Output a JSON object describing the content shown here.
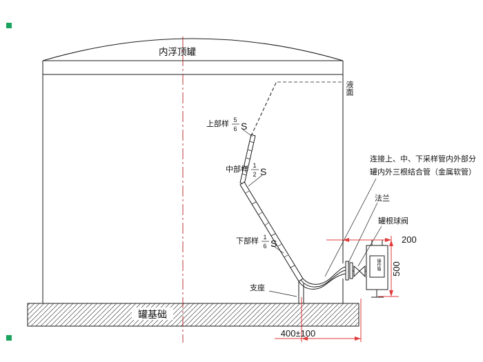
{
  "colors": {
    "ink": "#1a1a1a",
    "dimension_red": "#e03a3a",
    "centerline_red": "#b22222",
    "grip_green": "#1aa35c",
    "paper": "#ffffff"
  },
  "tank": {
    "title": "内浮顶罐",
    "foundation_label": "罐基础",
    "liquid_level_label": "液面"
  },
  "samples": {
    "upper": {
      "label": "上部样",
      "numerator": "5",
      "denominator": "6",
      "symbol": "S"
    },
    "middle": {
      "label": "中部样",
      "numerator": "1",
      "denominator": "2",
      "symbol": "S"
    },
    "lower": {
      "label": "下部样",
      "numerator": "1",
      "denominator": "6",
      "symbol": "S"
    }
  },
  "callouts": {
    "connector_note_line1": "连接上、中、下采样管内外部分",
    "connector_note_line2": "罐内外三根结合管（金属软管）",
    "flange": "法兰",
    "root_valve": "罐根球阀",
    "support": "支座",
    "box_label": "操作箱"
  },
  "dimensions": {
    "wall_to_box": "200",
    "box_height": "500",
    "bottom_span": "400±100"
  }
}
